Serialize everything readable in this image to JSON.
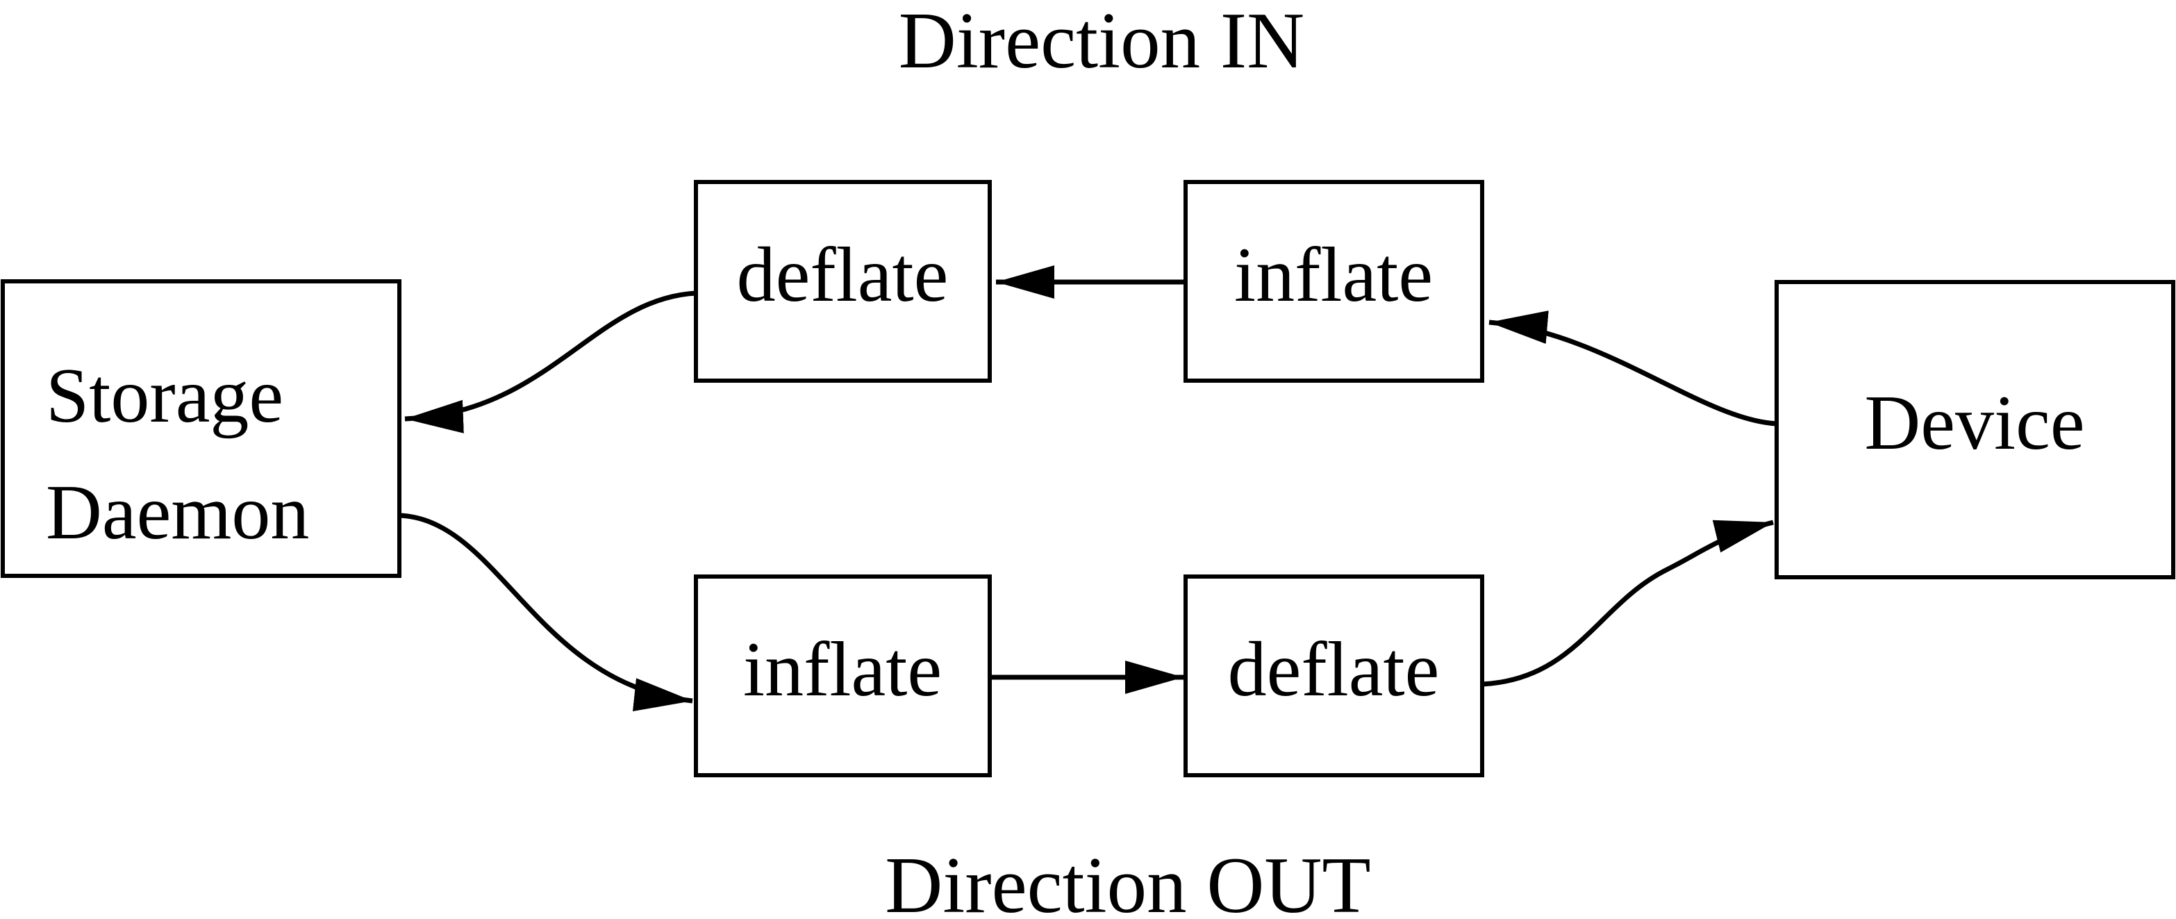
{
  "diagram": {
    "background_color": "#ffffff",
    "stroke_color": "#000000",
    "title_in": "Direction IN",
    "title_out": "Direction OUT",
    "nodes": {
      "storage_daemon": {
        "line1": "Storage",
        "line2": "Daemon"
      },
      "deflate_in": {
        "label": "deflate"
      },
      "inflate_in": {
        "label": "inflate"
      },
      "inflate_out": {
        "label": "inflate"
      },
      "deflate_out": {
        "label": "deflate"
      },
      "device": {
        "label": "Device"
      }
    },
    "edges": [
      {
        "from": "device",
        "to": "inflate_in",
        "direction": "IN"
      },
      {
        "from": "inflate_in",
        "to": "deflate_in",
        "direction": "IN"
      },
      {
        "from": "deflate_in",
        "to": "storage_daemon",
        "direction": "IN"
      },
      {
        "from": "storage_daemon",
        "to": "inflate_out",
        "direction": "OUT"
      },
      {
        "from": "inflate_out",
        "to": "deflate_out",
        "direction": "OUT"
      },
      {
        "from": "deflate_out",
        "to": "device",
        "direction": "OUT"
      }
    ]
  }
}
